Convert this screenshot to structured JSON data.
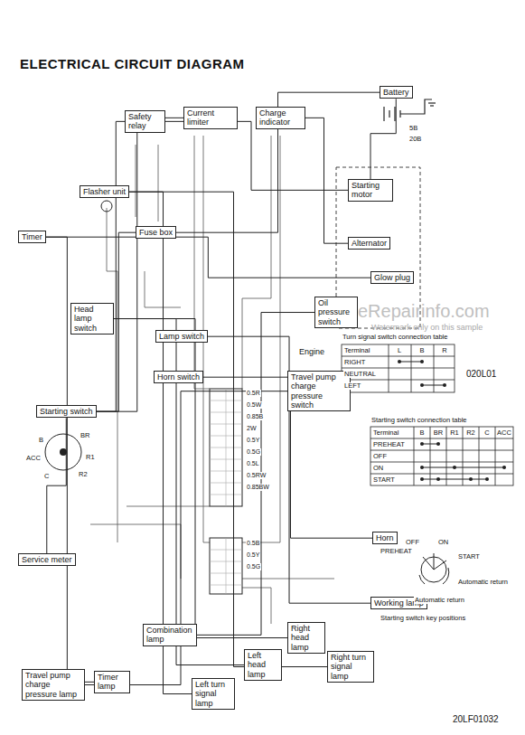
{
  "diagram": {
    "title": "ELECTRICAL CIRCUIT DIAGRAM",
    "nodes": [
      {
        "text": [
          "Battery"
        ]
      },
      {
        "text": [
          "Charge indicator"
        ]
      },
      {
        "text": [
          "Current limiter"
        ]
      },
      {
        "text": [
          "Safety relay"
        ]
      },
      {
        "text": [
          "Starting motor"
        ]
      },
      {
        "text": [
          "Alternator"
        ]
      },
      {
        "text": [
          "Flasher unit"
        ]
      },
      {
        "text": [
          "Timer"
        ]
      },
      {
        "text": [
          "Fuse box"
        ]
      },
      {
        "text": [
          "Head lamp switch"
        ]
      },
      {
        "text": [
          "Glow plug"
        ]
      },
      {
        "text": [
          "Oil pressure switch"
        ]
      },
      {
        "text": [
          "Lamp switch"
        ]
      },
      {
        "text": [
          "Horn switch"
        ]
      },
      {
        "text": [
          "Travel pump charge pressure switch"
        ]
      },
      {
        "text": [
          "Starting switch"
        ]
      },
      {
        "text": [
          "Horn"
        ]
      },
      {
        "text": [
          "Working lamp"
        ]
      },
      {
        "text": [
          "Service meter"
        ]
      },
      {
        "text": [
          "Combination lamp"
        ]
      },
      {
        "text": [
          "Right head lamp"
        ]
      },
      {
        "text": [
          "Right turn signal lamp"
        ]
      },
      {
        "text": [
          "Left head lamp"
        ]
      },
      {
        "text": [
          "Left turn signal lamp"
        ]
      },
      {
        "text": [
          "Travel pump charge pressure lamp"
        ]
      },
      {
        "text": [
          "Timer lamp"
        ]
      }
    ],
    "edges": [
      {
        "from": 0,
        "to": 4,
        "arrow": "none"
      },
      {
        "from": 5,
        "to": 1,
        "arrow": "none"
      },
      {
        "from": 0,
        "to": 8,
        "arrow": "none"
      },
      {
        "from": 15,
        "to": 8,
        "arrow": "none"
      },
      {
        "from": 15,
        "to": 3,
        "arrow": "none"
      },
      {
        "from": 3,
        "to": 4,
        "arrow": "none"
      },
      {
        "from": 2,
        "to": 15,
        "arrow": "none"
      },
      {
        "from": 7,
        "to": 10,
        "arrow": "none"
      },
      {
        "from": 6,
        "to": 23,
        "arrow": "none"
      },
      {
        "from": 6,
        "to": 21,
        "arrow": "none"
      },
      {
        "from": 9,
        "to": 20,
        "arrow": "none"
      },
      {
        "from": 9,
        "to": 22,
        "arrow": "none"
      },
      {
        "from": 12,
        "to": 17,
        "arrow": "none"
      },
      {
        "from": 13,
        "to": 16,
        "arrow": "none"
      },
      {
        "from": 11,
        "to": 19,
        "arrow": "none"
      },
      {
        "from": 14,
        "to": 24,
        "arrow": "none"
      },
      {
        "from": 7,
        "to": 25,
        "arrow": "none"
      },
      {
        "from": 15,
        "to": 18,
        "arrow": "none"
      }
    ],
    "labels": [
      "020L01",
      "20LF01032",
      "eRepairinfo.com",
      "Watermark only on this sample",
      "Engine",
      "Turn signal switch connection table",
      "Terminal",
      "L",
      "B",
      "R",
      "RIGHT",
      "NEUTRAL",
      "LEFT",
      "Starting switch connection table",
      "Terminal",
      "B",
      "BR",
      "R1",
      "R2",
      "C",
      "ACC",
      "PREHEAT",
      "OFF",
      "ON",
      "START",
      "PREHEAT",
      "OFF",
      "ON",
      "START",
      "Automatic return",
      "Automatic return",
      "Starting switch key positions",
      "B",
      "BR",
      "R1",
      "R2",
      "C",
      "ACC",
      "0.5R",
      "0.5W",
      "0.85B",
      "2W",
      "0.5Y",
      "0.5G",
      "0.5L",
      "0.5RW",
      "0.85BW",
      "0.5B",
      "0.5Y",
      "0.5G",
      "5B",
      "20B"
    ]
  }
}
